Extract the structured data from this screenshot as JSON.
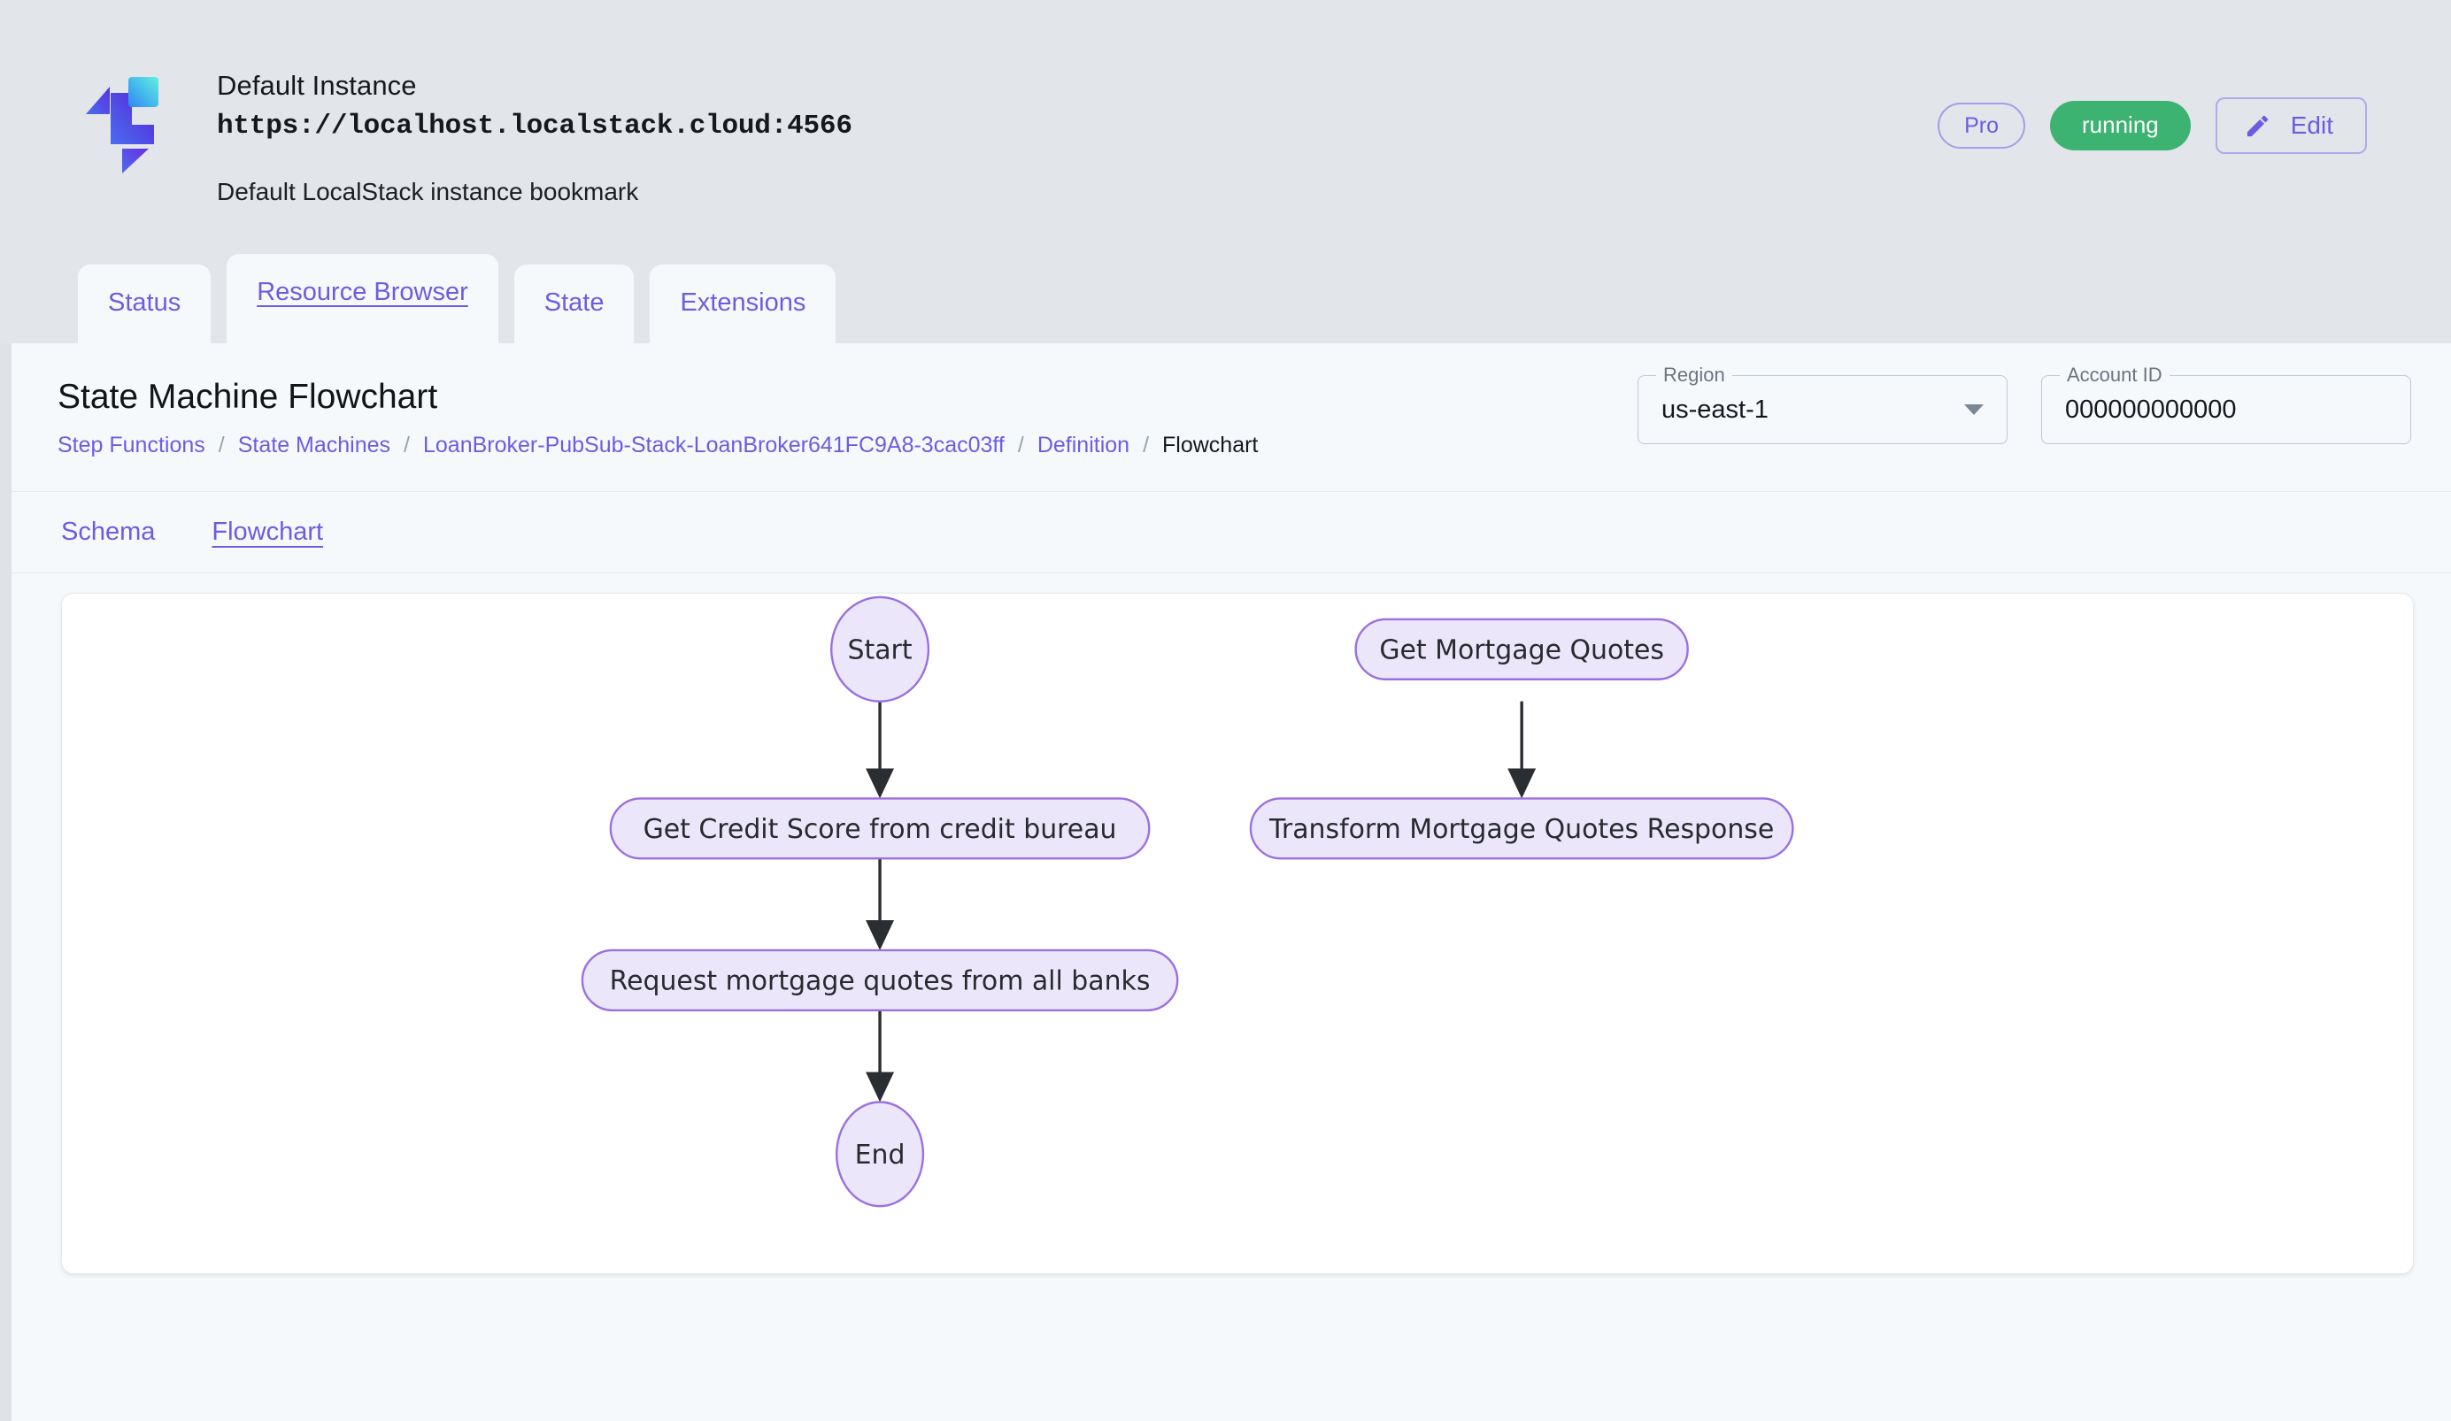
{
  "header": {
    "logo_icon": "localstack-logo",
    "instance_title": "Default Instance",
    "instance_url": "https://localhost.localstack.cloud:4566",
    "instance_description": "Default LocalStack instance bookmark",
    "pro_badge": "Pro",
    "status_badge": "running",
    "edit_button": "Edit",
    "edit_icon": "pencil-icon",
    "status_color": "#3cb371",
    "accent_color": "#6d5ce0"
  },
  "tabs": [
    {
      "label": "Status",
      "active": false
    },
    {
      "label": "Resource Browser",
      "active": true
    },
    {
      "label": "State",
      "active": false
    },
    {
      "label": "Extensions",
      "active": false
    }
  ],
  "section": {
    "title": "State Machine Flowchart",
    "breadcrumb": [
      {
        "label": "Step Functions",
        "current": false
      },
      {
        "label": "State Machines",
        "current": false
      },
      {
        "label": "LoanBroker-PubSub-Stack-LoanBroker641FC9A8-3cac03ff",
        "current": false
      },
      {
        "label": "Definition",
        "current": false
      },
      {
        "label": "Flowchart",
        "current": true
      }
    ],
    "separator": "/"
  },
  "fields": {
    "region": {
      "label": "Region",
      "value": "us-east-1",
      "icon": "chevron-down-icon"
    },
    "account": {
      "label": "Account ID",
      "value": "000000000000"
    }
  },
  "subtabs": [
    {
      "label": "Schema",
      "active": false
    },
    {
      "label": "Flowchart",
      "active": true
    }
  ],
  "flowchart": {
    "node_fill": "#ece6fb",
    "node_stroke": "#9a70e0",
    "edge_color": "#2a2d31",
    "nodes": [
      {
        "id": "start",
        "label": "Start",
        "shape": "ellipse"
      },
      {
        "id": "credit",
        "label": "Get Credit Score from credit bureau",
        "shape": "stadium"
      },
      {
        "id": "request",
        "label": "Request mortgage quotes from all banks",
        "shape": "stadium"
      },
      {
        "id": "end",
        "label": "End",
        "shape": "ellipse"
      },
      {
        "id": "getquotes",
        "label": "Get Mortgage Quotes",
        "shape": "stadium"
      },
      {
        "id": "transform",
        "label": "Transform Mortgage Quotes Response",
        "shape": "stadium"
      }
    ],
    "edges": [
      {
        "from": "start",
        "to": "credit"
      },
      {
        "from": "credit",
        "to": "request"
      },
      {
        "from": "request",
        "to": "end"
      },
      {
        "from": "getquotes",
        "to": "transform"
      }
    ]
  }
}
